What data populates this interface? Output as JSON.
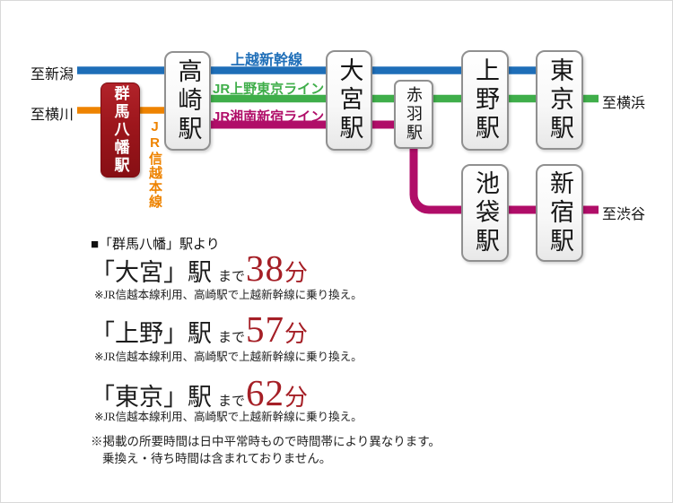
{
  "colors": {
    "blue": "#1e6eb8",
    "green": "#3fae4a",
    "magenta": "#b00d68",
    "orange": "#ee8301",
    "red": "#a51f26"
  },
  "diagram": {
    "endpoints": [
      {
        "id": "niigata",
        "label": "至新潟"
      },
      {
        "id": "yokokawa",
        "label": "至横川"
      },
      {
        "id": "yokohama",
        "label": "至横浜"
      },
      {
        "id": "shibuya",
        "label": "至渋谷"
      }
    ],
    "lines": [
      {
        "id": "joetsu-shinkansen",
        "label": "上越新幹線"
      },
      {
        "id": "jr-ueno-tokyo",
        "label": "JR上野東京ライン"
      },
      {
        "id": "jr-shonan-shinjuku",
        "label": "JR湘南新宿ライン"
      },
      {
        "id": "jr-shinetsu-honsen",
        "label": "JR信越本線"
      }
    ],
    "stations": [
      {
        "id": "gunma-yawata",
        "name": "群馬八幡駅"
      },
      {
        "id": "takasaki",
        "name": "高崎駅"
      },
      {
        "id": "omiya",
        "name": "大宮駅"
      },
      {
        "id": "akabane",
        "name": "赤羽駅"
      },
      {
        "id": "ueno",
        "name": "上野駅"
      },
      {
        "id": "tokyo",
        "name": "東京駅"
      },
      {
        "id": "ikebukuro",
        "name": "池袋駅"
      },
      {
        "id": "shinjuku",
        "name": "新宿駅"
      }
    ]
  },
  "info": {
    "heading": "■「群馬八幡」駅より",
    "routes": [
      {
        "station": "「大宮」駅",
        "made": "まで",
        "minutes": "38",
        "unit": "分",
        "note": "※JR信越本線利用、高崎駅で上越新幹線に乗り換え。"
      },
      {
        "station": "「上野」駅",
        "made": "まで",
        "minutes": "57",
        "unit": "分",
        "note": "※JR信越本線利用、高崎駅で上越新幹線に乗り換え。"
      },
      {
        "station": "「東京」駅",
        "made": "まで",
        "minutes": "62",
        "unit": "分",
        "note": "※JR信越本線利用、高崎駅で上越新幹線に乗り換え。"
      }
    ],
    "footnotes": [
      "※掲載の所要時間は日中平常時もので時間帯により異なります。",
      "乗換え・待ち時間は含まれておりません。"
    ]
  }
}
